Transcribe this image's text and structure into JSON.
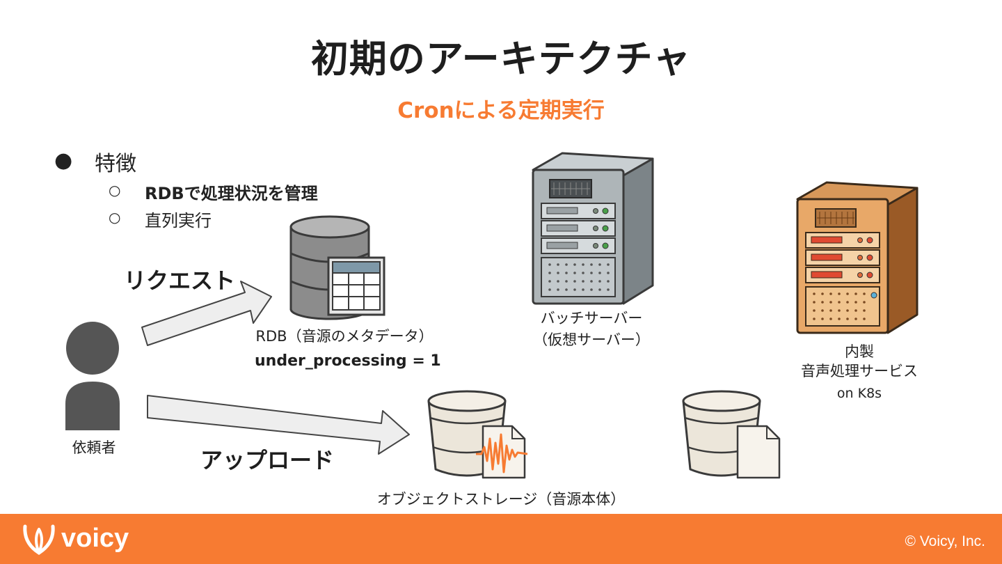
{
  "slide": {
    "title": "初期のアーキテクチャ",
    "subtitle": "Cronによる定期実行"
  },
  "features": {
    "bullet_marker": "●",
    "heading": "特徴",
    "sub_marker": "○",
    "items": [
      "RDBで処理状況を管理",
      "直列実行"
    ]
  },
  "diagram": {
    "requester_label": "依頼者",
    "request_label": "リクエスト",
    "upload_label": "アップロード",
    "rdb_label": "RDB（音源のメタデータ）",
    "rdb_flag": "under_processing = 1",
    "batch_label_line1": "バッチサーバー",
    "batch_label_line2": "（仮想サーバー）",
    "service_label_line1": "内製",
    "service_label_line2": "音声処理サービス",
    "service_label_line3": "on K8s",
    "storage_label": "オブジェクトストレージ（音源本体）"
  },
  "footer": {
    "brand": "voicy",
    "copyright": "© Voicy, Inc."
  },
  "colors": {
    "accent": "#f77b32",
    "text": "#222222",
    "icon_gray": "#555555"
  }
}
